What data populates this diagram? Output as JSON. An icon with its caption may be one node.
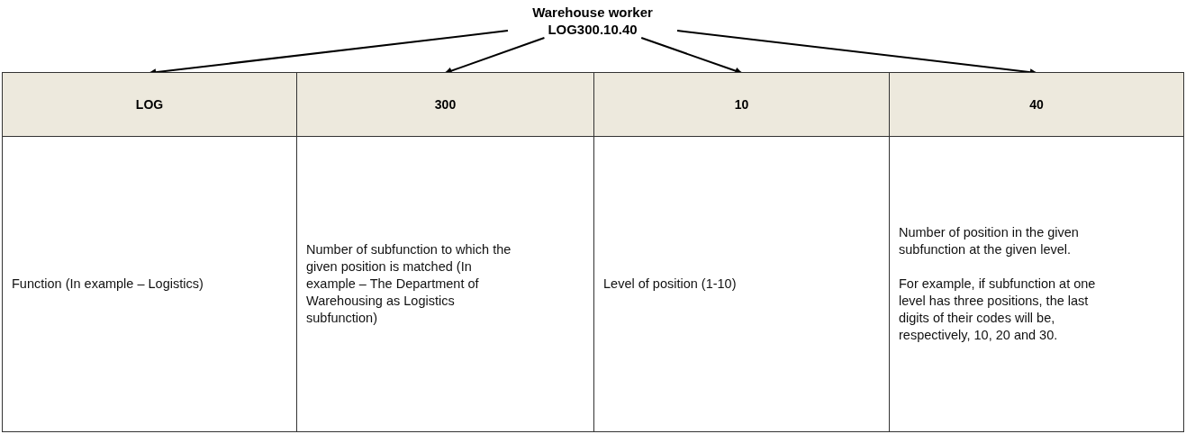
{
  "diagram": {
    "nodes": [
      {
        "text": [
          "Warehouse worker",
          "LOG300.10.40"
        ]
      },
      {
        "text": [
          "LOG"
        ]
      },
      {
        "text": [
          "300"
        ]
      },
      {
        "text": [
          "10"
        ]
      },
      {
        "text": [
          "40"
        ]
      }
    ],
    "edges": [
      {
        "from": 0,
        "to": 1,
        "arrow": "to"
      },
      {
        "from": 0,
        "to": 2,
        "arrow": "to"
      },
      {
        "from": 0,
        "to": 3,
        "arrow": "to"
      },
      {
        "from": 0,
        "to": 4,
        "arrow": "to"
      }
    ],
    "labels": [
      "Function (In example – Logistics)",
      "Number of subfunction to which the given position is matched (In example – The Department of Warehousing as Logistics subfunction)",
      "Level of position (1-10)",
      "Number of position in the given subfunction at the given level.",
      "For example, if subfunction at one level has three positions, the last digits of their codes will be, respectively, 10, 20 and 30."
    ]
  }
}
